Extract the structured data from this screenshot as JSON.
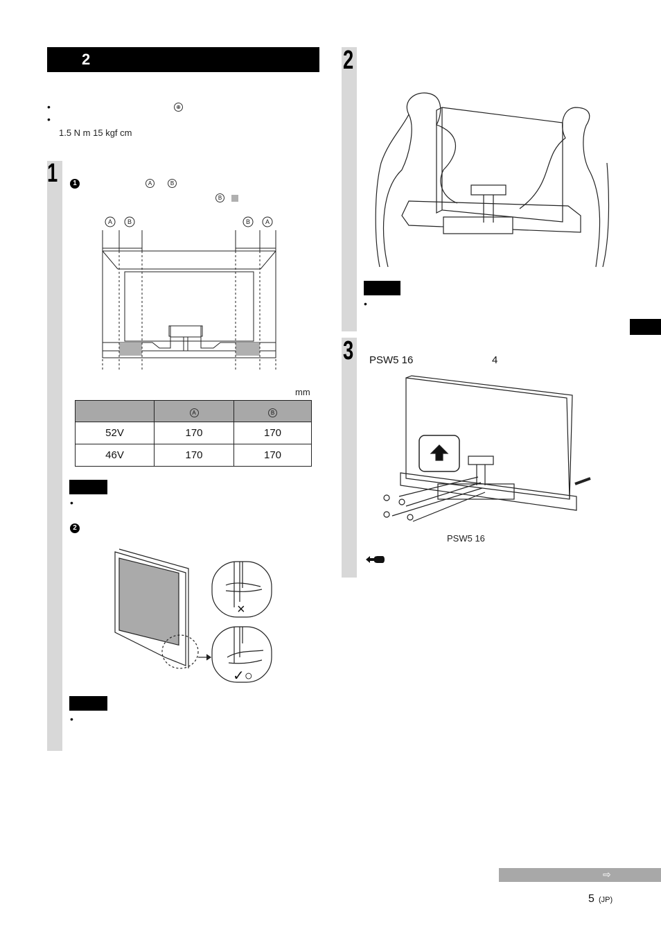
{
  "header": {
    "section_number": "2"
  },
  "intro": {
    "bullet_1_symbol": "⊕",
    "torque_text": "1.5 N  m  15 kgf  cm"
  },
  "step1": {
    "number": "1",
    "sub1_number": "1",
    "labels": {
      "a": "A",
      "b": "B"
    },
    "unit": "mm",
    "table": {
      "headers": [
        "",
        "A",
        "B"
      ],
      "rows": [
        {
          "model": "52V",
          "a": "170",
          "b": "170"
        },
        {
          "model": "46V",
          "a": "170",
          "b": "170"
        }
      ]
    },
    "sub2_number": "2",
    "mark_bad": "×",
    "mark_good": "✓○"
  },
  "step2": {
    "number": "2"
  },
  "step3": {
    "number": "3",
    "screw_text": "PSW5    16",
    "screw_count": "4",
    "screw_caption": "PSW5    16"
  },
  "page": {
    "number": "5",
    "suffix": "(JP)",
    "continue_arrow": "⇨"
  }
}
